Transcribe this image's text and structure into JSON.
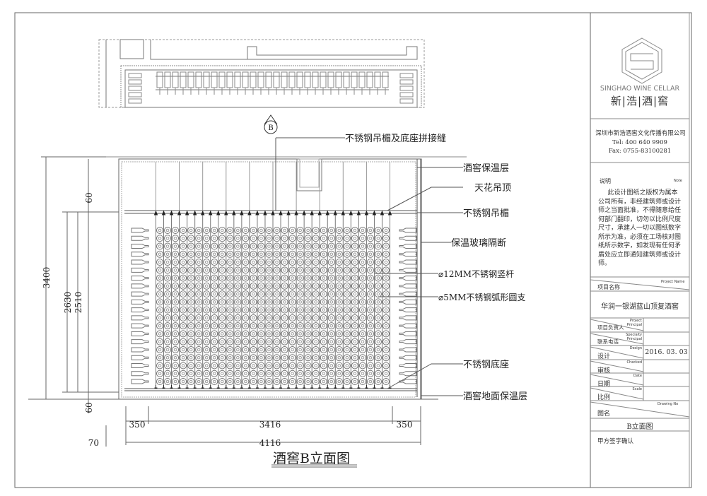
{
  "drawing": {
    "title": "酒窖B立面图",
    "section_marker": "B",
    "callouts": [
      "不锈钢吊楣及底座拼接缝",
      "酒窖保温层",
      "天花吊顶",
      "不锈钢吊楣",
      "保温玻璃隔断",
      "⌀12MM不锈钢竖杆",
      "⌀5MM不锈钢弧形圆支",
      "不锈钢底座",
      "酒窖地面保温层"
    ],
    "dims_vertical": [
      "3400",
      "2630",
      "2510",
      "60",
      "60"
    ],
    "dims_horizontal": [
      "350",
      "3416",
      "350",
      "70",
      "4116"
    ],
    "rack": {
      "columns": 30,
      "rows": 20,
      "side_bottle_rows": 20
    }
  },
  "title_block": {
    "logo_text_en": "SINGHAO WINE CELLAR",
    "logo_text_cn": "新|浩|酒|窖",
    "company": "深圳市新浩酒窖文化传播有限公司",
    "tel": "Tel: 400 640 9909",
    "fax": "Fax: 0755-83100281",
    "note_label": "说明",
    "note_label_en": "Note",
    "note_text": "此设计图纸之版权为属本公司所有，非经建筑师或设计师之当面批准，不得随意给任何部门翻印，切勿以比例尺度尺寸，承建人一切以图纸数字所示为准，必须在工场核对图纸所示数字，如发现有任何矛盾处应立即通知建筑师或设计师。",
    "project_name_label": "项目名称",
    "project_name_label_en": "Project Name",
    "project_name": "华润一银湖蓝山顶复酒窖",
    "rows": [
      {
        "cn": "项目负责人",
        "en": "Project Principal",
        "value": ""
      },
      {
        "cn": "联系电话",
        "en": "Specialty Principal",
        "value": ""
      },
      {
        "cn": "设计",
        "en": "Design",
        "value": "2016. 03. 03"
      },
      {
        "cn": "审核",
        "en": "Checked",
        "value": ""
      },
      {
        "cn": "日期",
        "en": "Date",
        "value": ""
      },
      {
        "cn": "比例",
        "en": "Scale",
        "value": ""
      }
    ],
    "drawing_name_label": "图名",
    "drawing_name_label_en": "Drawing No",
    "drawing_name": "B立面图",
    "signoff": "甲方签字确认"
  }
}
